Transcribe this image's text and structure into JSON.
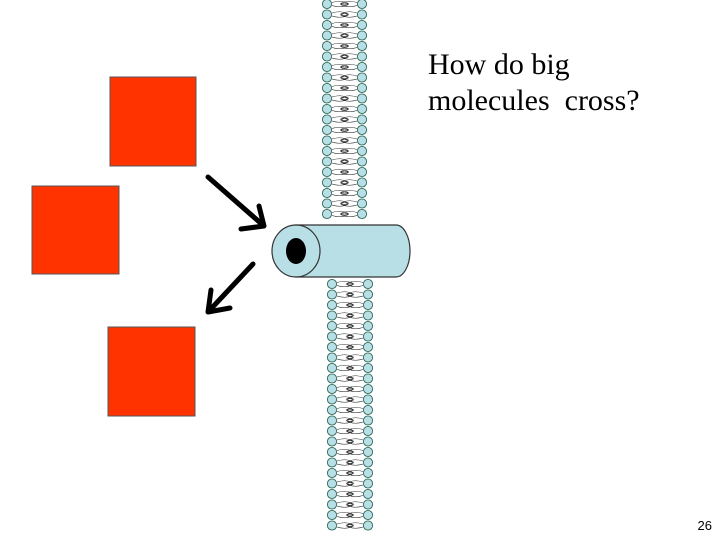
{
  "slide": {
    "title_lines": [
      "How do big",
      "molecules  cross?"
    ],
    "slide_number": "26"
  },
  "colors": {
    "molecule_fill": "#ff3300",
    "channel_fill": "#b9dfe6",
    "lipid_head_fill": "#b9dfe6",
    "arrow": "#000000",
    "channel_opening": "#000000"
  }
}
